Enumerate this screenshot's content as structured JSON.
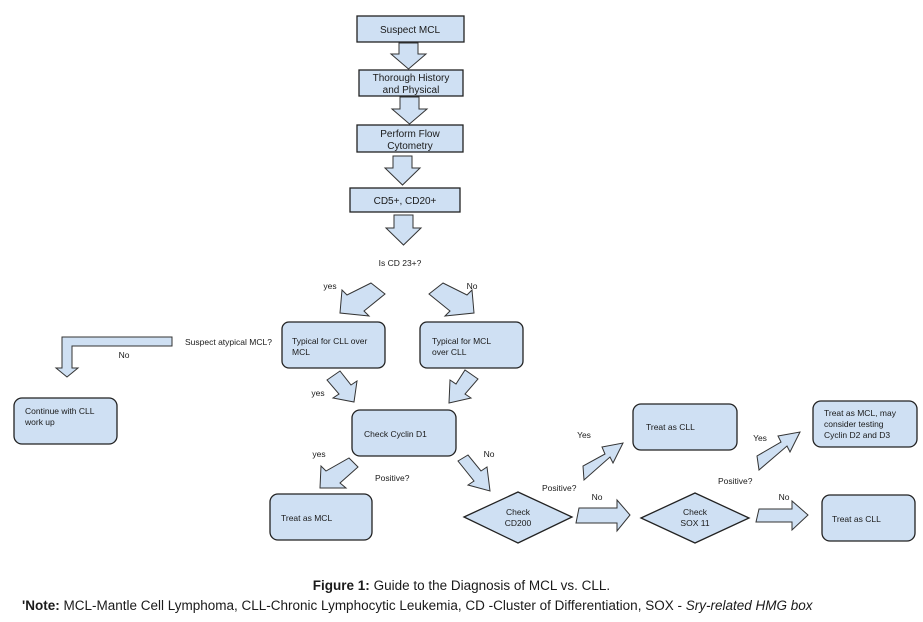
{
  "nodes": {
    "suspect_mcl": "Suspect MCL",
    "history_physical": [
      "Thorough History",
      "and Physical"
    ],
    "flow_cytometry": [
      "Perform Flow",
      "Cytometry"
    ],
    "cd5_cd20": "CD5+, CD20+",
    "is_cd23": "Is CD 23+?",
    "typical_cll": [
      "Typical for CLL over",
      "MCL"
    ],
    "typical_mcl": [
      "Typical for MCL",
      "over CLL"
    ],
    "suspect_atypical": "Suspect atypical MCL?",
    "continue_cll": [
      "Continue with CLL",
      "work up"
    ],
    "check_cyclin_d1": "Check Cyclin D1",
    "treat_mcl": "Treat as MCL",
    "check_cd200": [
      "Check",
      "CD200"
    ],
    "treat_cll_top": "Treat as CLL",
    "check_sox11": [
      "Check",
      "SOX 11"
    ],
    "treat_mcl_consider": [
      "Treat as MCL, may",
      "consider testing",
      "Cyclin D2 and D3"
    ],
    "treat_cll_bottom": "Treat as CLL"
  },
  "edge_labels": {
    "cd23_yes": "yes",
    "cd23_no": "No",
    "atypical_no": "No",
    "typical_cll_yes": "yes",
    "cyclin_yes": "yes",
    "cyclin_positive": "Positive?",
    "cyclin_no": "No",
    "cd200_yes": "Yes",
    "cd200_positive": "Positive?",
    "cd200_no": "No",
    "sox11_yes": "Yes",
    "sox11_positive": "Positive?",
    "sox11_no": "No"
  },
  "caption": {
    "label": "Figure 1:",
    "text": " Guide to the Diagnosis of MCL vs. CLL."
  },
  "note": {
    "label": "'Note:",
    "text": " MCL-Mantle Cell Lymphoma, CLL-Chronic Lymphocytic Leukemia, CD -Cluster of Differentiation, SOX - ",
    "italic": "Sry-related HMG box"
  },
  "colors": {
    "node_fill": "#cfe0f3",
    "stroke": "#222222"
  }
}
